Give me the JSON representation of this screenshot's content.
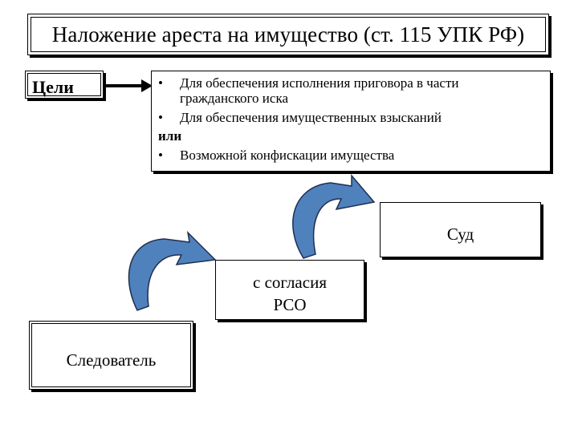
{
  "title": "Наложение ареста на имущество (ст. 115 УПК РФ)",
  "goals_label": "Цели",
  "purposes": {
    "bullet": "•",
    "item1_line1": "Для обеспечения исполнения приговора в части",
    "item1_line2": "гражданского иска",
    "item2": "Для обеспечения имущественных взысканий",
    "connector": "или",
    "item3": "Возможной конфискации имущества"
  },
  "court_label": "Суд",
  "consent": {
    "line1": "с согласия",
    "line2": "РСО"
  },
  "investigator_label": "Следователь",
  "colors": {
    "arrow_fill": "#4f81bd",
    "arrow_stroke": "#1f2f4f"
  }
}
